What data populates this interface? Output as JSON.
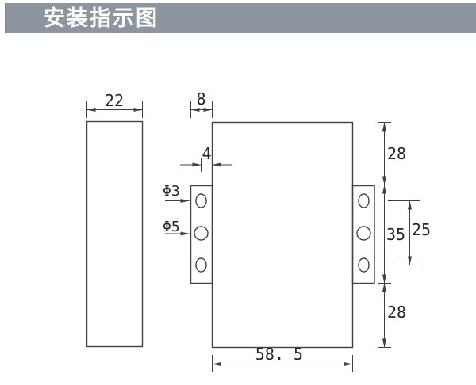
{
  "header": {
    "title": "安装指示图",
    "background_color": "#8D969E",
    "text_color": "#FFFFFF"
  },
  "diagram": {
    "description": "installation dimension drawing with side view, main body and two mounting flanges with holes",
    "line_color": "#414141",
    "text_color": "#262626",
    "dimensions": {
      "side_view_width": "22",
      "flange_width": "8",
      "hole_center_to_body": "4",
      "small_hole_diameter": "Φ3",
      "large_hole_diameter": "Φ5",
      "body_top_to_flange_top": "28",
      "flange_height": "35",
      "hole_center_span": "25",
      "flange_bottom_to_body_bottom": "28",
      "body_width": "58. 5"
    }
  }
}
